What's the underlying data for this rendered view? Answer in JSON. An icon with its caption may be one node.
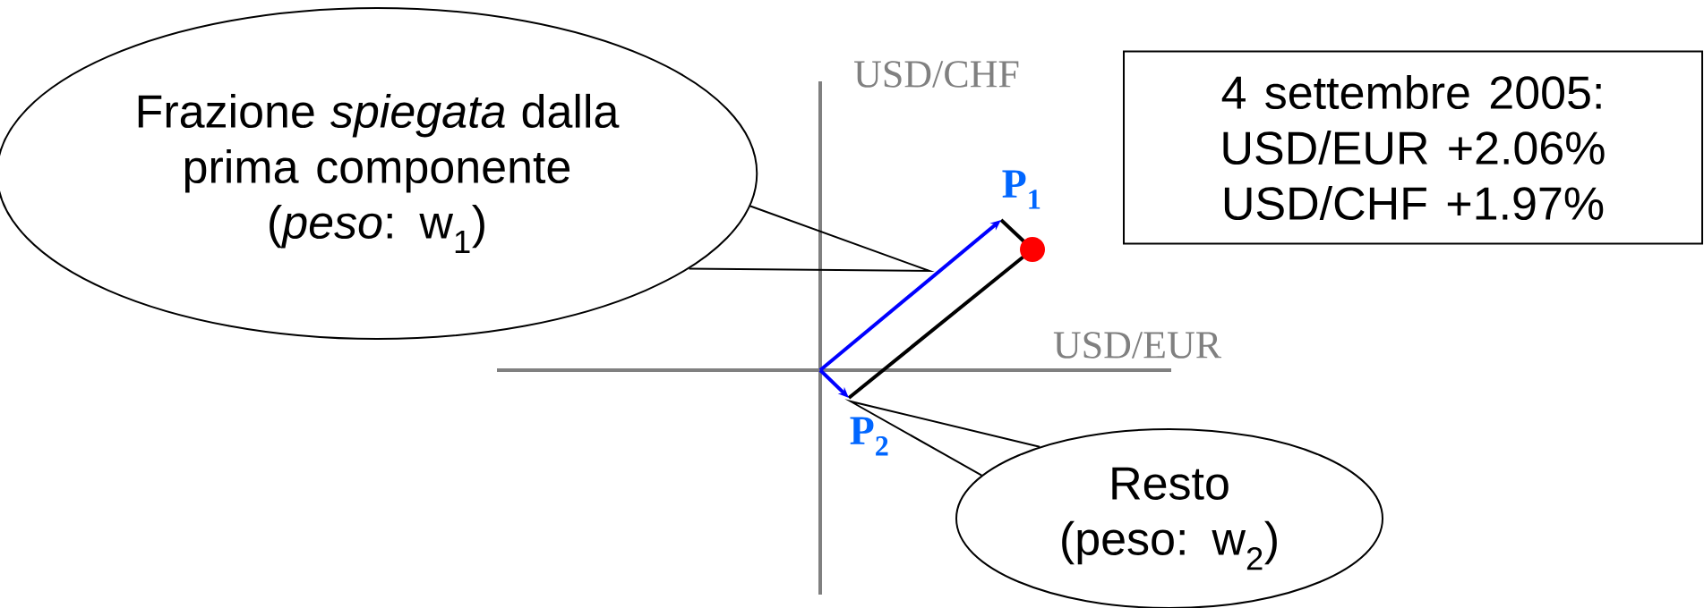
{
  "diagram": {
    "nodes": [
      {
        "text": [
          "Frazione *spiegata* dalla prima componente",
          "(*peso*: w$_{1}$)"
        ]
      },
      {
        "text": [
          "Resto (peso: w$_{2}$)"
        ]
      },
      {
        "text": [
          "4 settembre 2005:",
          "USD/EUR +2.06%",
          "USD/CHF +1.97%"
        ]
      }
    ],
    "edges": [
      {
        "from": 0,
        "to": null,
        "arrow": "none"
      },
      {
        "from": 1,
        "to": null,
        "arrow": "none"
      }
    ],
    "labels": [
      "USD/CHF",
      "USD/EUR",
      "P$_{1}$",
      "P$_{2}$"
    ]
  }
}
